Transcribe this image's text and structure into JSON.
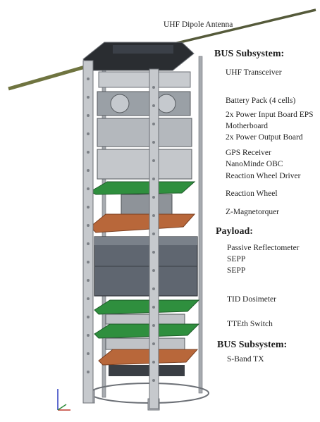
{
  "antenna_label": "UHF Dipole Antenna",
  "headers": {
    "bus_top": "BUS Subsystem:",
    "payload": "Payload:",
    "bus_bottom": "BUS Subsystem:"
  },
  "labels": {
    "uhf_transceiver": "UHF Transceiver",
    "battery_pack": "Battery Pack (4 cells)",
    "power_input": "2x Power Input Board EPS",
    "motherboard": "Motherboard",
    "power_output": "2x Power Output Board",
    "gps_receiver": "GPS Receiver",
    "obc": "NanoMinde OBC",
    "rw_driver": "Reaction Wheel Driver",
    "reaction_wheel": "Reaction Wheel",
    "magnetorquer": "Z-Magnetorquer",
    "reflectometer": "Passive Reflectometer",
    "sepp_1": "SEPP",
    "sepp_2": "SEPP",
    "tid_dosimeter": "TID Dosimeter",
    "tteth_switch": "TTEth Switch",
    "sband_tx": "S-Band TX"
  },
  "colors": {
    "frame": "#b9bcc1",
    "frame_dark": "#6d7177",
    "pcb_green": "#2f8f3e",
    "copper": "#b8673a",
    "payload_box": "#5f6670",
    "antenna": "#6f7440"
  }
}
